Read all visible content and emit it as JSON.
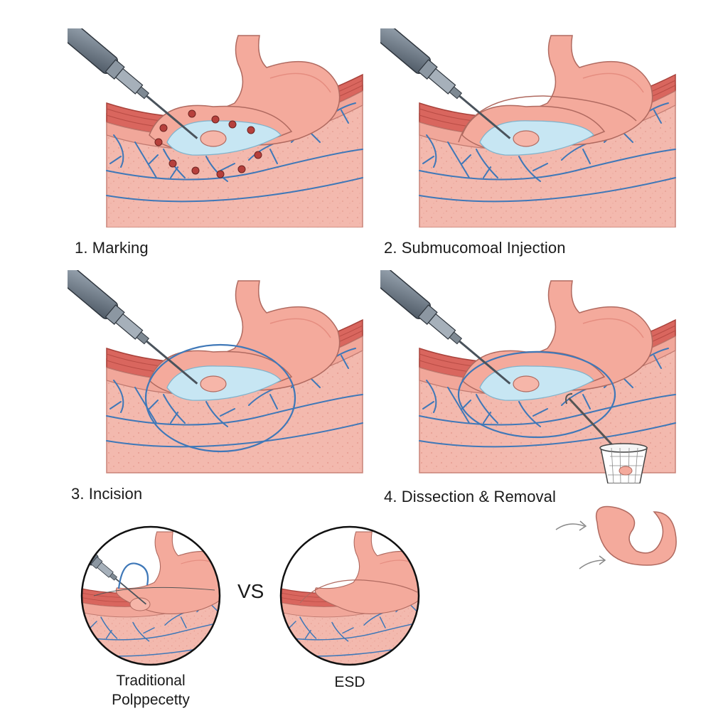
{
  "steps": [
    {
      "number": "1.",
      "label": "Marking"
    },
    {
      "number": "2.",
      "label": "Submucomoal Injection"
    },
    {
      "number": "3.",
      "label": "Incision"
    },
    {
      "number": "4.",
      "label": "Dissection & Removal"
    }
  ],
  "comparison": {
    "left_label_line1": "Traditional",
    "left_label_line2": "Polppecetty",
    "vs": "VS",
    "right_label": "ESD"
  },
  "colors": {
    "stomach": "#f4aa9c",
    "stomach_outline": "#b06a60",
    "muscle": "#d9665e",
    "tissue": "#f3b9ae",
    "fluid": "#c7e6f3",
    "vessel": "#3f78b8",
    "endoscope": "#6e7a86"
  }
}
